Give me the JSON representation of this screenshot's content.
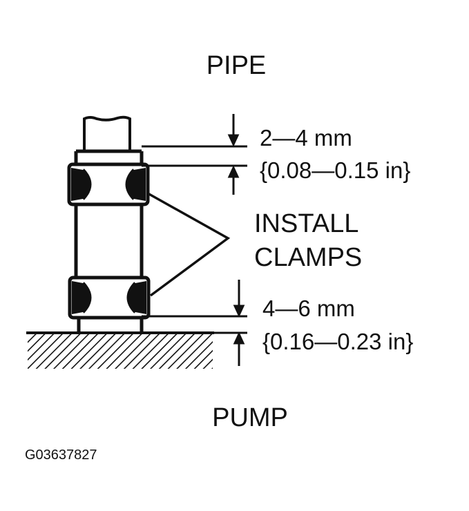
{
  "labels": {
    "top": "PIPE",
    "bottom": "PUMP",
    "upper_dim_mm": "2—4 mm",
    "upper_dim_in": "{0.08—0.15 in}",
    "callout_line1": "INSTALL",
    "callout_line2": "CLAMPS",
    "lower_dim_mm": "4—6 mm",
    "lower_dim_in": "{0.16—0.23 in}",
    "figure_id": "G03637827"
  },
  "colors": {
    "ink": "#111111",
    "paper": "#ffffff"
  }
}
